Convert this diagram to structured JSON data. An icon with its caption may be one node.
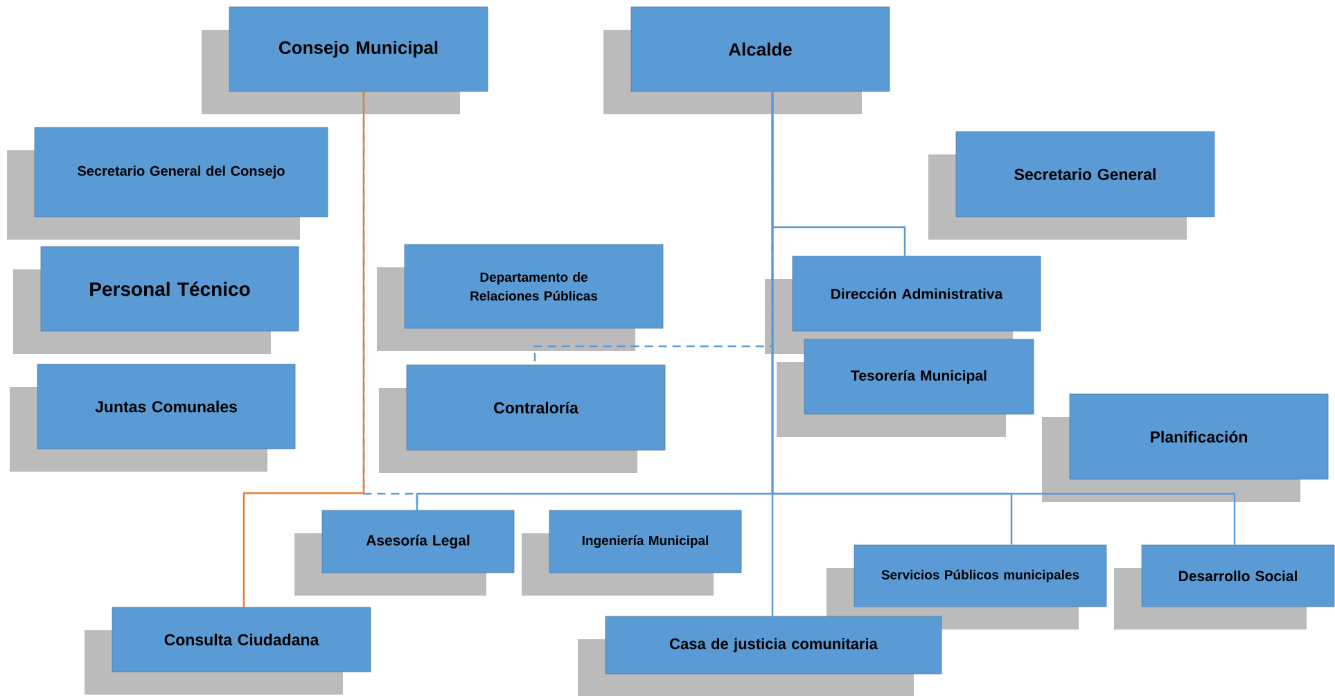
{
  "diagram": {
    "nodes": [
      {
        "text": [
          "Consejo Municipal"
        ]
      },
      {
        "text": [
          "Alcalde"
        ]
      },
      {
        "text": [
          "Secretario General del Consejo"
        ]
      },
      {
        "text": [
          "Secretario General"
        ]
      },
      {
        "text": [
          "Personal Técnico"
        ]
      },
      {
        "text": [
          "Departamento de Relaciones Públicas"
        ]
      },
      {
        "text": [
          "Dirección Administrativa"
        ]
      },
      {
        "text": [
          "Contraloría"
        ]
      },
      {
        "text": [
          "Tesorería Municipal"
        ]
      },
      {
        "text": [
          "Juntas Comunales"
        ]
      },
      {
        "text": [
          "Planificación"
        ]
      },
      {
        "text": [
          "Asesoría Legal"
        ]
      },
      {
        "text": [
          "Ingeniería Municipal"
        ]
      },
      {
        "text": [
          "Servicios Públicos municipales"
        ]
      },
      {
        "text": [
          "Desarrollo Social"
        ]
      },
      {
        "text": [
          "Consulta Ciudadana"
        ]
      },
      {
        "text": [
          "Casa de justicia comunitaria"
        ]
      }
    ],
    "edges": [
      {
        "from": 0,
        "to": 15,
        "arrow": "none",
        "color": "#ed7d31"
      },
      {
        "from": 0,
        "to": 11,
        "arrow": "none",
        "style": "dashed"
      },
      {
        "from": 1,
        "to": 6,
        "arrow": "none"
      },
      {
        "from": 1,
        "to": 7,
        "arrow": "none",
        "style": "dashed"
      },
      {
        "from": 1,
        "to": 11,
        "arrow": "none"
      },
      {
        "from": 1,
        "to": 13,
        "arrow": "none"
      },
      {
        "from": 1,
        "to": 14,
        "arrow": "none"
      },
      {
        "from": 1,
        "to": 16,
        "arrow": "none"
      }
    ]
  }
}
